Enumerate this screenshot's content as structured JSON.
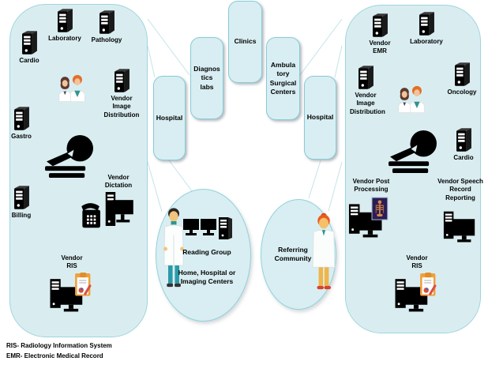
{
  "nodes": {
    "left": {
      "cardio": "Cardio",
      "laboratory": "Laboratory",
      "pathology": "Pathology",
      "vendor_image_distribution": "Vendor Image Distribution",
      "gastro": "Gastro",
      "vendor_dictation": "Vendor Dictation",
      "billing": "Billing",
      "vendor_ris": "Vendor RIS"
    },
    "right": {
      "vendor_emr": "Vendor EMR",
      "laboratory": "Laboratory",
      "vendor_image_distribution": "Vendor Image Distribution",
      "oncology": "Oncology",
      "cardio": "Cardio",
      "vendor_post_processing": "Vendor Post Processing",
      "vendor_speech_record_reporting": "Vendor Speech Record Reporting",
      "vendor_ris": "Vendor RIS"
    }
  },
  "middle": {
    "boxes": [
      "Hospital",
      "Diagnos tics labs",
      "Clinics",
      "Ambula tory Surgical Centers",
      "Hospital"
    ]
  },
  "hubs": {
    "reading_group": {
      "title": "Reading Group",
      "subtitle": "Home, Hospital or Imaging Centers"
    },
    "referring_community": {
      "title": "Referring Community"
    }
  },
  "legend": {
    "ris": "RIS- Radiology Information System",
    "emr": "EMR- Electronic Medical Record"
  },
  "icons": {
    "server": "server-tower-icon",
    "doctors_pair": "doctor-couple-icon",
    "mri": "mri-scanner-icon",
    "phone_computer": "phone-and-computer-icon",
    "computer_clipboard": "computer-and-clipboard-icon",
    "monitors_server": "dual-monitors-server-icon",
    "computer_scan": "computer-and-scan-image-icon",
    "computer": "computer-workstation-icon",
    "doctor_male": "male-doctor-icon",
    "doctor_female": "female-doctor-icon"
  },
  "colors": {
    "region_fill": "#d9edf1",
    "region_border": "#9dd5dd",
    "box_border": "#85ccd8",
    "connector": "#c4e3ea",
    "icon_black": "#000000",
    "clipboard_orange": "#f0a03c",
    "pen_red": "#d94f43",
    "scrub_teal": "#2f958e",
    "hair_orange": "#e2702a",
    "scan_bg": "#2b1d52",
    "scan_bone": "#d8864f"
  }
}
